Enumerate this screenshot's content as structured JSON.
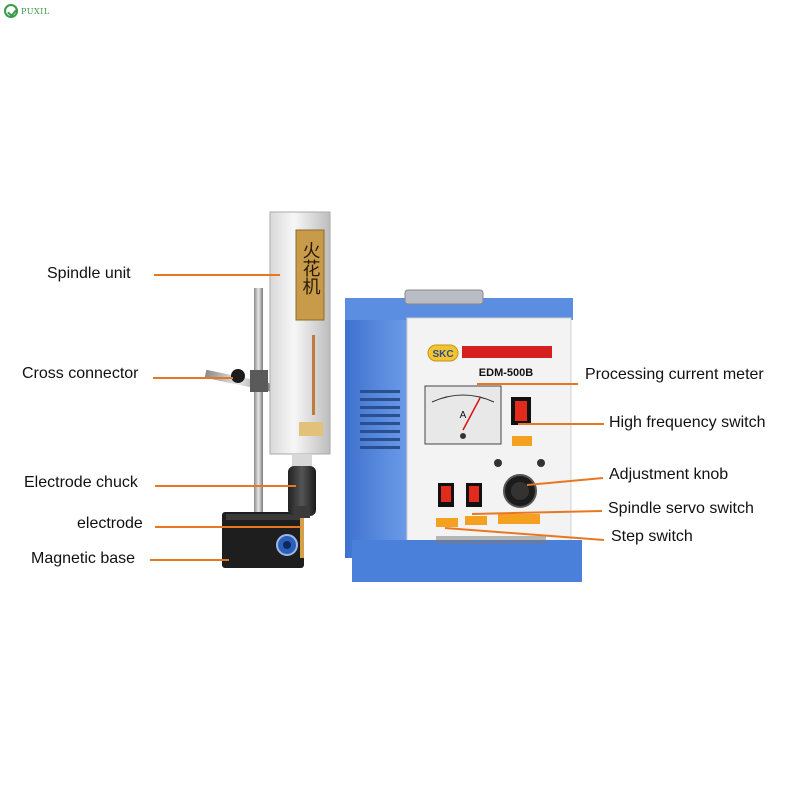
{
  "logo": {
    "text": "PUXIL"
  },
  "labels": {
    "spindle_unit": "Spindle unit",
    "cross_connector": "Cross connector",
    "electrode_chuck": "Electrode chuck",
    "electrode": "electrode",
    "magnetic_base": "Magnetic base",
    "processing_current_meter": "Processing current meter",
    "high_frequency_switch": "High frequency switch",
    "adjustment_knob": "Adjustment knob",
    "spindle_servo_switch": "Spindle servo switch",
    "step_switch": "Step switch"
  },
  "device": {
    "brand": "SKC",
    "model": "EDM-500B",
    "meter_unit": "A",
    "spindle_plate": "火花机"
  },
  "colors": {
    "callout": "#e87722",
    "case_blue": "#4a7fd8",
    "panel": "#f2f2f2"
  }
}
